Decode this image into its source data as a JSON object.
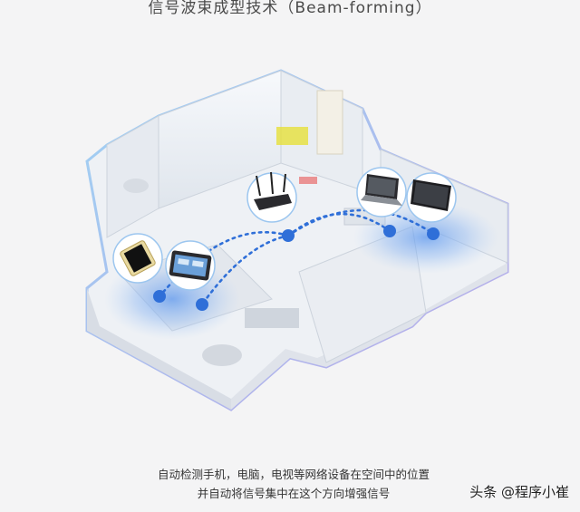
{
  "title": "信号波束成型技术（Beam-forming）",
  "caption": {
    "line1": "自动检测手机，电脑，电视等网络设备在空间中的位置",
    "line2": "并自动将信号集中在这个方向增强信号"
  },
  "watermark": "头条 @程序小崔",
  "colors": {
    "background": "#f4f4f5",
    "signal_blue": "#2f6fd8",
    "beam_blue": "#8fb8f2",
    "floor_edge": "#8fc9ef"
  },
  "devices": [
    {
      "name": "router",
      "icon": "router-icon"
    },
    {
      "name": "smartphone",
      "icon": "smartphone-icon"
    },
    {
      "name": "tablet",
      "icon": "tablet-icon"
    },
    {
      "name": "laptop",
      "icon": "laptop-icon"
    },
    {
      "name": "tv",
      "icon": "tv-icon"
    }
  ]
}
